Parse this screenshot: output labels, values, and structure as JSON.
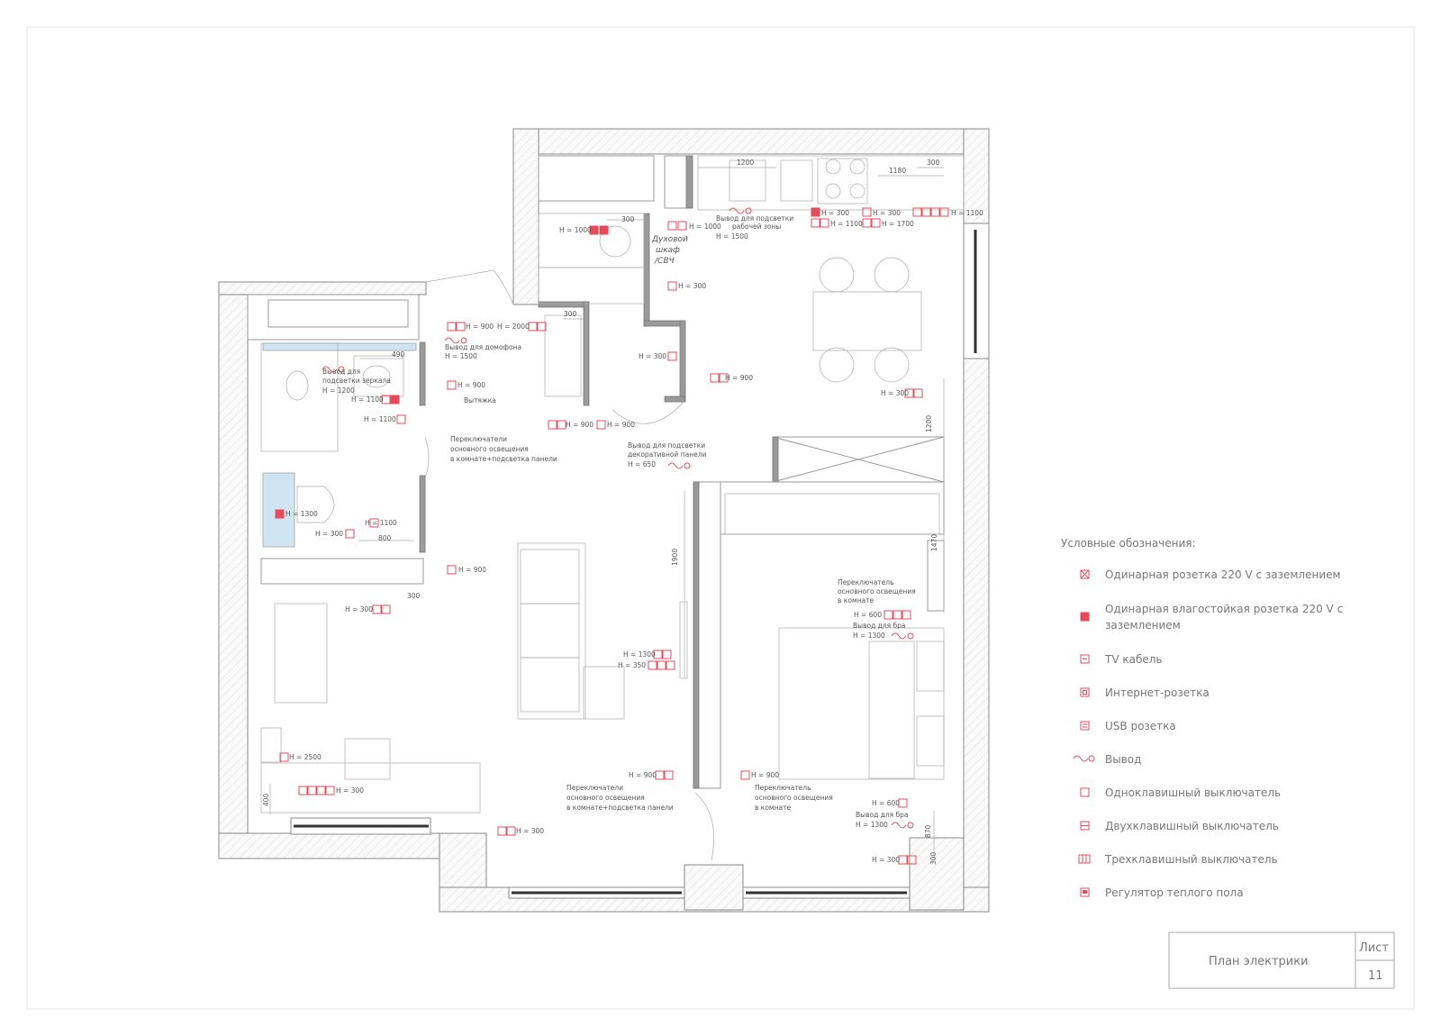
{
  "labels": [
    {
      "id": "l1",
      "text": "H = 1000"
    },
    {
      "id": "l2",
      "text": "300"
    },
    {
      "id": "l3",
      "text": "Духовой"
    },
    {
      "id": "l4",
      "text": "шкаф"
    },
    {
      "id": "l5",
      "text": "/СВЧ"
    },
    {
      "id": "l6",
      "text": "H = 1000"
    },
    {
      "id": "l7",
      "text": "Вывод для подсветки"
    },
    {
      "id": "l8",
      "text": "рабочей зоны"
    },
    {
      "id": "l9",
      "text": "H = 1500"
    },
    {
      "id": "l10",
      "text": "1200"
    },
    {
      "id": "l11",
      "text": "1180"
    },
    {
      "id": "l12",
      "text": "300"
    },
    {
      "id": "l13",
      "text": "H = 300"
    },
    {
      "id": "l14",
      "text": "H = 1100"
    },
    {
      "id": "l15",
      "text": "H = 300"
    },
    {
      "id": "l16",
      "text": "H = 1700"
    },
    {
      "id": "l17",
      "text": "H = 1100"
    },
    {
      "id": "l18",
      "text": "H = 300"
    },
    {
      "id": "l19",
      "text": "H = 900"
    },
    {
      "id": "l20",
      "text": "H = 2000"
    },
    {
      "id": "l21",
      "text": "300"
    },
    {
      "id": "l22",
      "text": "Вывод для домофона"
    },
    {
      "id": "l23",
      "text": "H = 1500"
    },
    {
      "id": "l24",
      "text": "H = 300"
    },
    {
      "id": "l25",
      "text": "H = 900"
    },
    {
      "id": "l26",
      "text": "H = 900"
    },
    {
      "id": "l27",
      "text": "Вытяжка"
    },
    {
      "id": "l28",
      "text": "Вывод для"
    },
    {
      "id": "l29",
      "text": "подсветки зеркала"
    },
    {
      "id": "l30",
      "text": "H = 1200"
    },
    {
      "id": "l31",
      "text": "H = 1100"
    },
    {
      "id": "l32",
      "text": "H = 1100"
    },
    {
      "id": "l33",
      "text": "490"
    },
    {
      "id": "l34",
      "text": "H = 900"
    },
    {
      "id": "l35",
      "text": "H = 900"
    },
    {
      "id": "l36",
      "text": "H = 300"
    },
    {
      "id": "l37",
      "text": "Переключатели"
    },
    {
      "id": "l38",
      "text": "основного освещения"
    },
    {
      "id": "l39",
      "text": "в комнате+подсветка панели"
    },
    {
      "id": "l40",
      "text": "Вывод для подсветки"
    },
    {
      "id": "l41",
      "text": "декоративной панели"
    },
    {
      "id": "l42",
      "text": "H = 650"
    },
    {
      "id": "l43",
      "text": "1200"
    },
    {
      "id": "l44",
      "text": "H = 1300"
    },
    {
      "id": "l45",
      "text": "H = 1100"
    },
    {
      "id": "l46",
      "text": "H = 300"
    },
    {
      "id": "l47",
      "text": "800"
    },
    {
      "id": "l48",
      "text": "H = 900"
    },
    {
      "id": "l49",
      "text": "H = 300"
    },
    {
      "id": "l50",
      "text": "300"
    },
    {
      "id": "l51",
      "text": "1900"
    },
    {
      "id": "l52",
      "text": "1470"
    },
    {
      "id": "l53",
      "text": "Переключатель"
    },
    {
      "id": "l54",
      "text": "основного освещения"
    },
    {
      "id": "l55",
      "text": "в комнате"
    },
    {
      "id": "l56",
      "text": "H = 600"
    },
    {
      "id": "l57",
      "text": "Вывод для бра"
    },
    {
      "id": "l58",
      "text": "H = 1300"
    },
    {
      "id": "l59",
      "text": "H = 1300"
    },
    {
      "id": "l60",
      "text": "H = 350"
    },
    {
      "id": "l61",
      "text": "H = 2500"
    },
    {
      "id": "l62",
      "text": "H = 300"
    },
    {
      "id": "l63",
      "text": "400"
    },
    {
      "id": "l64",
      "text": "H = 900"
    },
    {
      "id": "l65",
      "text": "H = 900"
    },
    {
      "id": "l66",
      "text": "Переключатели"
    },
    {
      "id": "l67",
      "text": "основного освещения"
    },
    {
      "id": "l68",
      "text": "в комнате+подсветка панели"
    },
    {
      "id": "l69",
      "text": "Переключатель"
    },
    {
      "id": "l70",
      "text": "основного освещения"
    },
    {
      "id": "l71",
      "text": "в комнате"
    },
    {
      "id": "l72",
      "text": "H = 600"
    },
    {
      "id": "l73",
      "text": "Вывод для бра"
    },
    {
      "id": "l74",
      "text": "H = 1300"
    },
    {
      "id": "l75",
      "text": "H = 300"
    },
    {
      "id": "l76",
      "text": "H = 300"
    },
    {
      "id": "l77",
      "text": "870"
    },
    {
      "id": "l78",
      "text": "300"
    }
  ],
  "legend": {
    "title": "Условные обозначения:",
    "items": [
      {
        "icon": "socket-grounded-icon",
        "text": "Одинарная розетка 220 V с заземлением"
      },
      {
        "icon": "socket-waterproof-icon",
        "text": "Одинарная влагостойкая розетка 220 V с",
        "text2": "заземлением"
      },
      {
        "icon": "tv-cable-icon",
        "text": "TV кабель"
      },
      {
        "icon": "internet-socket-icon",
        "text": "Интернет-розетка"
      },
      {
        "icon": "usb-socket-icon",
        "text": "USB розетка"
      },
      {
        "icon": "outlet-wire-icon",
        "text": "Вывод"
      },
      {
        "icon": "switch-single-icon",
        "text": "Одноклавишный выключатель"
      },
      {
        "icon": "switch-double-icon",
        "text": "Двухклавишный выключатель"
      },
      {
        "icon": "switch-triple-icon",
        "text": "Трехклавишный выключатель"
      },
      {
        "icon": "floor-heating-icon",
        "text": "Регулятор теплого пола"
      }
    ]
  },
  "title_block": {
    "title": "План электрики",
    "sheet_label": "Лист",
    "sheet_number": "11"
  },
  "colors": {
    "accent": "#e84a5a",
    "line": "#999999"
  }
}
